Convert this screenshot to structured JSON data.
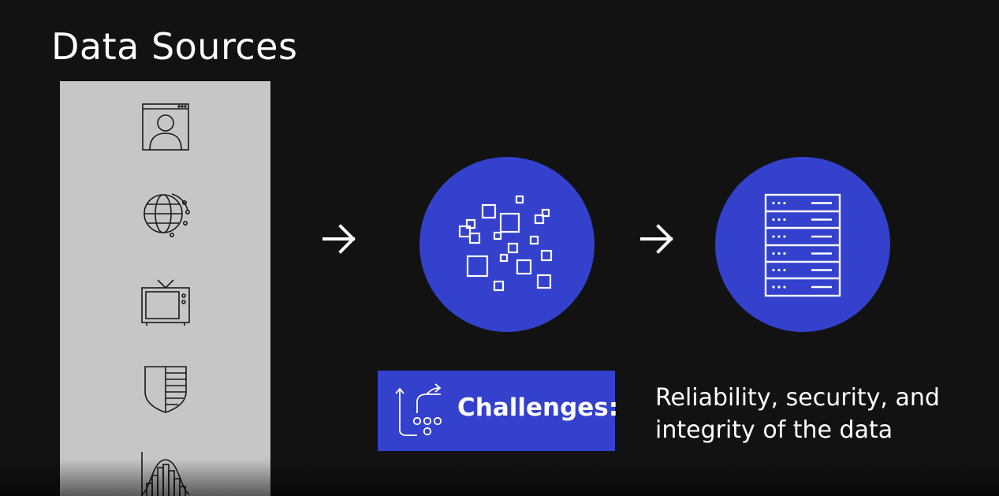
{
  "slide": {
    "title": "Data Sources",
    "background_color": "#121212",
    "panel_color": "#c6c6c6",
    "accent_color": "#3341cc"
  },
  "sources": {
    "icons": [
      "user-profile-icon",
      "globe-network-icon",
      "television-icon",
      "shield-icon",
      "histogram-chart-icon"
    ]
  },
  "flow": {
    "stages": [
      "scattered-data-icon",
      "server-rack-icon"
    ],
    "arrows": [
      "arrow-right-icon",
      "arrow-right-icon"
    ]
  },
  "challenges": {
    "icon": "strategy-play-icon",
    "label": "Challenges:",
    "description_line1": "Reliability, security, and",
    "description_line2": "integrity of the data"
  }
}
